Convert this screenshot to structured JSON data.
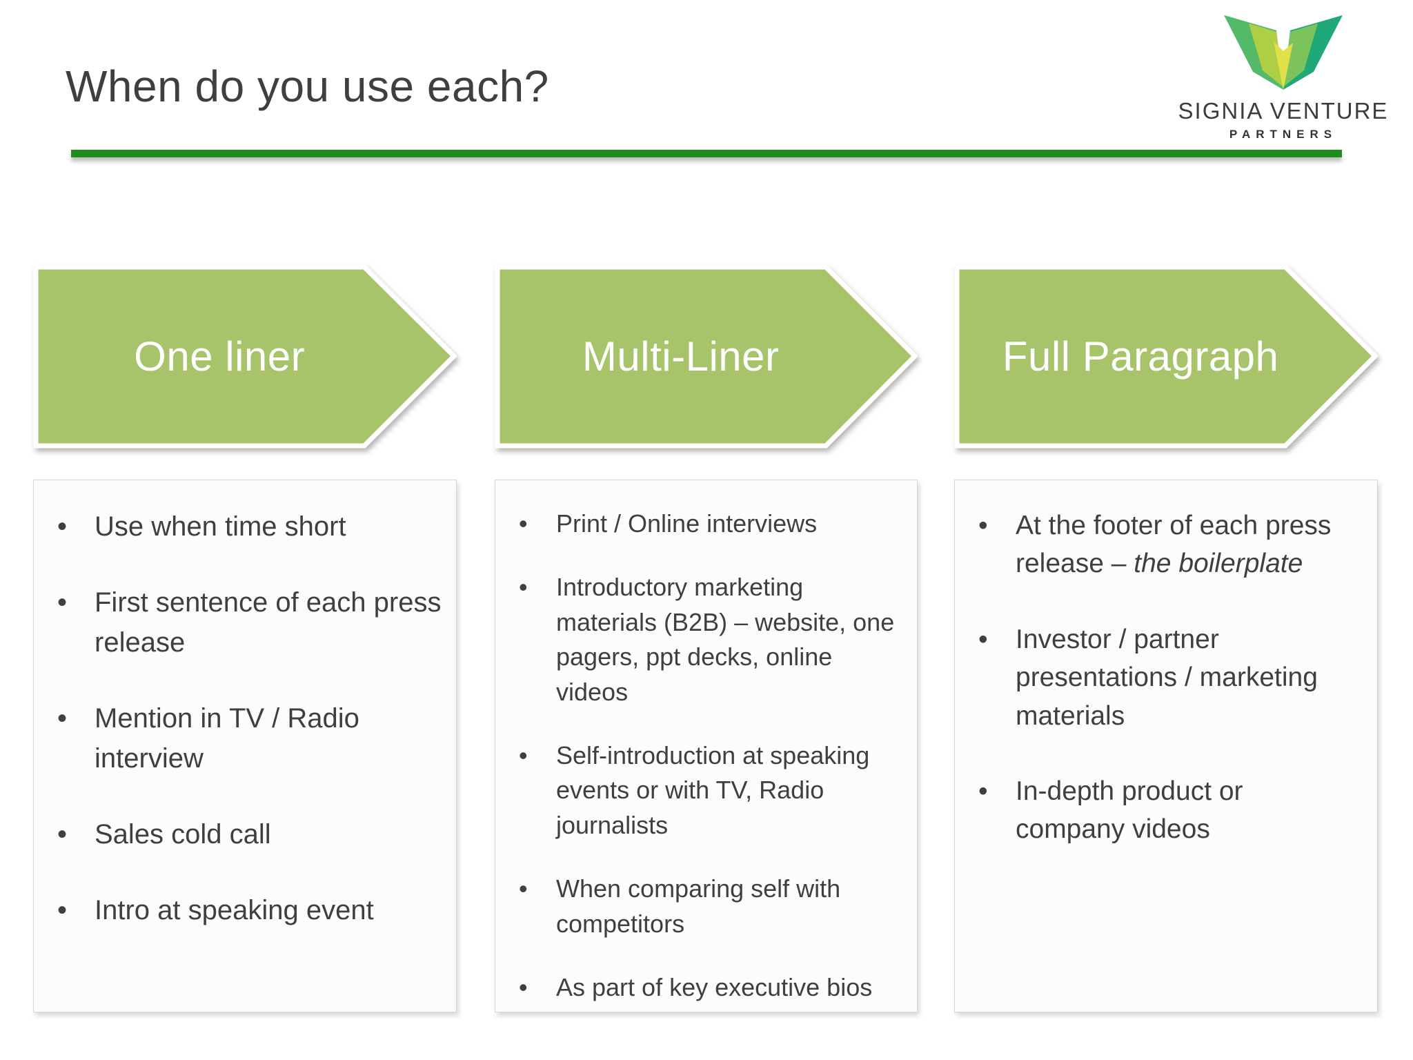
{
  "page": {
    "title": "When do you use each?"
  },
  "logo": {
    "icon": "signia-wings-icon",
    "line1": "SIGNIA VENTURE",
    "line2": "PARTNERS"
  },
  "colors": {
    "divider_green": "#1e8c1e",
    "arrow_green": "#a8c46a"
  },
  "columns": [
    {
      "header": "One liner",
      "bullets": [
        [
          {
            "text": "Use when time short"
          }
        ],
        [
          {
            "text": "First sentence of each press release"
          }
        ],
        [
          {
            "text": "Mention in TV / Radio interview"
          }
        ],
        [
          {
            "text": "Sales cold call"
          }
        ],
        [
          {
            "text": "Intro at speaking event"
          }
        ]
      ]
    },
    {
      "header": "Multi-Liner",
      "bullets": [
        [
          {
            "text": "Print / Online interviews"
          }
        ],
        [
          {
            "text": "Introductory marketing materials (B2B) – website, one pagers, ppt decks, online videos"
          }
        ],
        [
          {
            "text": "Self-introduction at speaking events or with TV, Radio journalists"
          }
        ],
        [
          {
            "text": "When comparing self with competitors"
          }
        ],
        [
          {
            "text": "As part of key executive bios"
          }
        ]
      ]
    },
    {
      "header": "Full Paragraph",
      "bullets": [
        [
          {
            "text": "At the footer of each press release – "
          },
          {
            "text": "the boilerplate",
            "italic": true
          }
        ],
        [
          {
            "text": "Investor / partner presentations / marketing materials"
          }
        ],
        [
          {
            "text": "In-depth product or company videos"
          }
        ]
      ]
    }
  ]
}
